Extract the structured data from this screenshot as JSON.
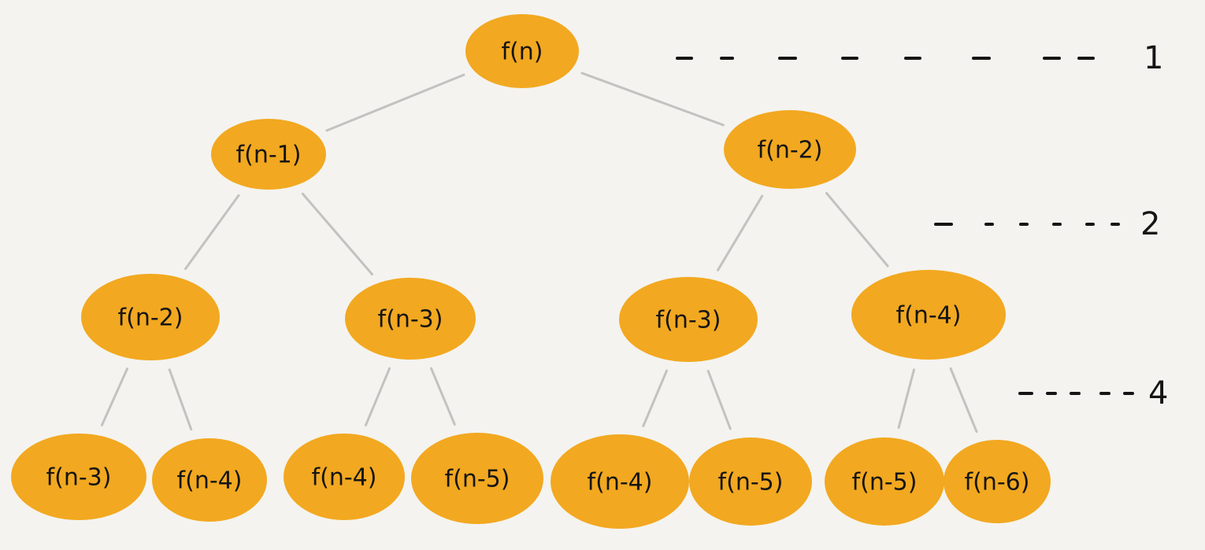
{
  "colors": {
    "background": "#f4f3ef",
    "node_fill": "#f2a820",
    "edge": "#c2c2c0",
    "ink": "#151515"
  },
  "tree": {
    "nodes": [
      {
        "id": "n0",
        "label": "f(n)",
        "level": 0
      },
      {
        "id": "n1",
        "label": "f(n-1)",
        "level": 1
      },
      {
        "id": "n2",
        "label": "f(n-2)",
        "level": 1
      },
      {
        "id": "n3",
        "label": "f(n-2)",
        "level": 2
      },
      {
        "id": "n4",
        "label": "f(n-3)",
        "level": 2
      },
      {
        "id": "n5",
        "label": "f(n-3)",
        "level": 2
      },
      {
        "id": "n6",
        "label": "f(n-4)",
        "level": 2
      },
      {
        "id": "n7",
        "label": "f(n-3)",
        "level": 3
      },
      {
        "id": "n8",
        "label": "f(n-4)",
        "level": 3
      },
      {
        "id": "n9",
        "label": "f(n-4)",
        "level": 3
      },
      {
        "id": "n10",
        "label": "f(n-5)",
        "level": 3
      },
      {
        "id": "n11",
        "label": "f(n-4)",
        "level": 3
      },
      {
        "id": "n12",
        "label": "f(n-5)",
        "level": 3
      },
      {
        "id": "n13",
        "label": "f(n-5)",
        "level": 3
      },
      {
        "id": "n14",
        "label": "f(n-6)",
        "level": 3
      }
    ],
    "edges": [
      [
        "n0",
        "n1"
      ],
      [
        "n0",
        "n2"
      ],
      [
        "n1",
        "n3"
      ],
      [
        "n1",
        "n4"
      ],
      [
        "n2",
        "n5"
      ],
      [
        "n2",
        "n6"
      ],
      [
        "n3",
        "n7"
      ],
      [
        "n3",
        "n8"
      ],
      [
        "n4",
        "n9"
      ],
      [
        "n4",
        "n10"
      ],
      [
        "n5",
        "n11"
      ],
      [
        "n5",
        "n12"
      ],
      [
        "n6",
        "n13"
      ],
      [
        "n6",
        "n14"
      ]
    ]
  },
  "level_counts": [
    {
      "level": 0,
      "label": "1"
    },
    {
      "level": 1,
      "label": "2"
    },
    {
      "level": 3,
      "label": "4"
    }
  ]
}
